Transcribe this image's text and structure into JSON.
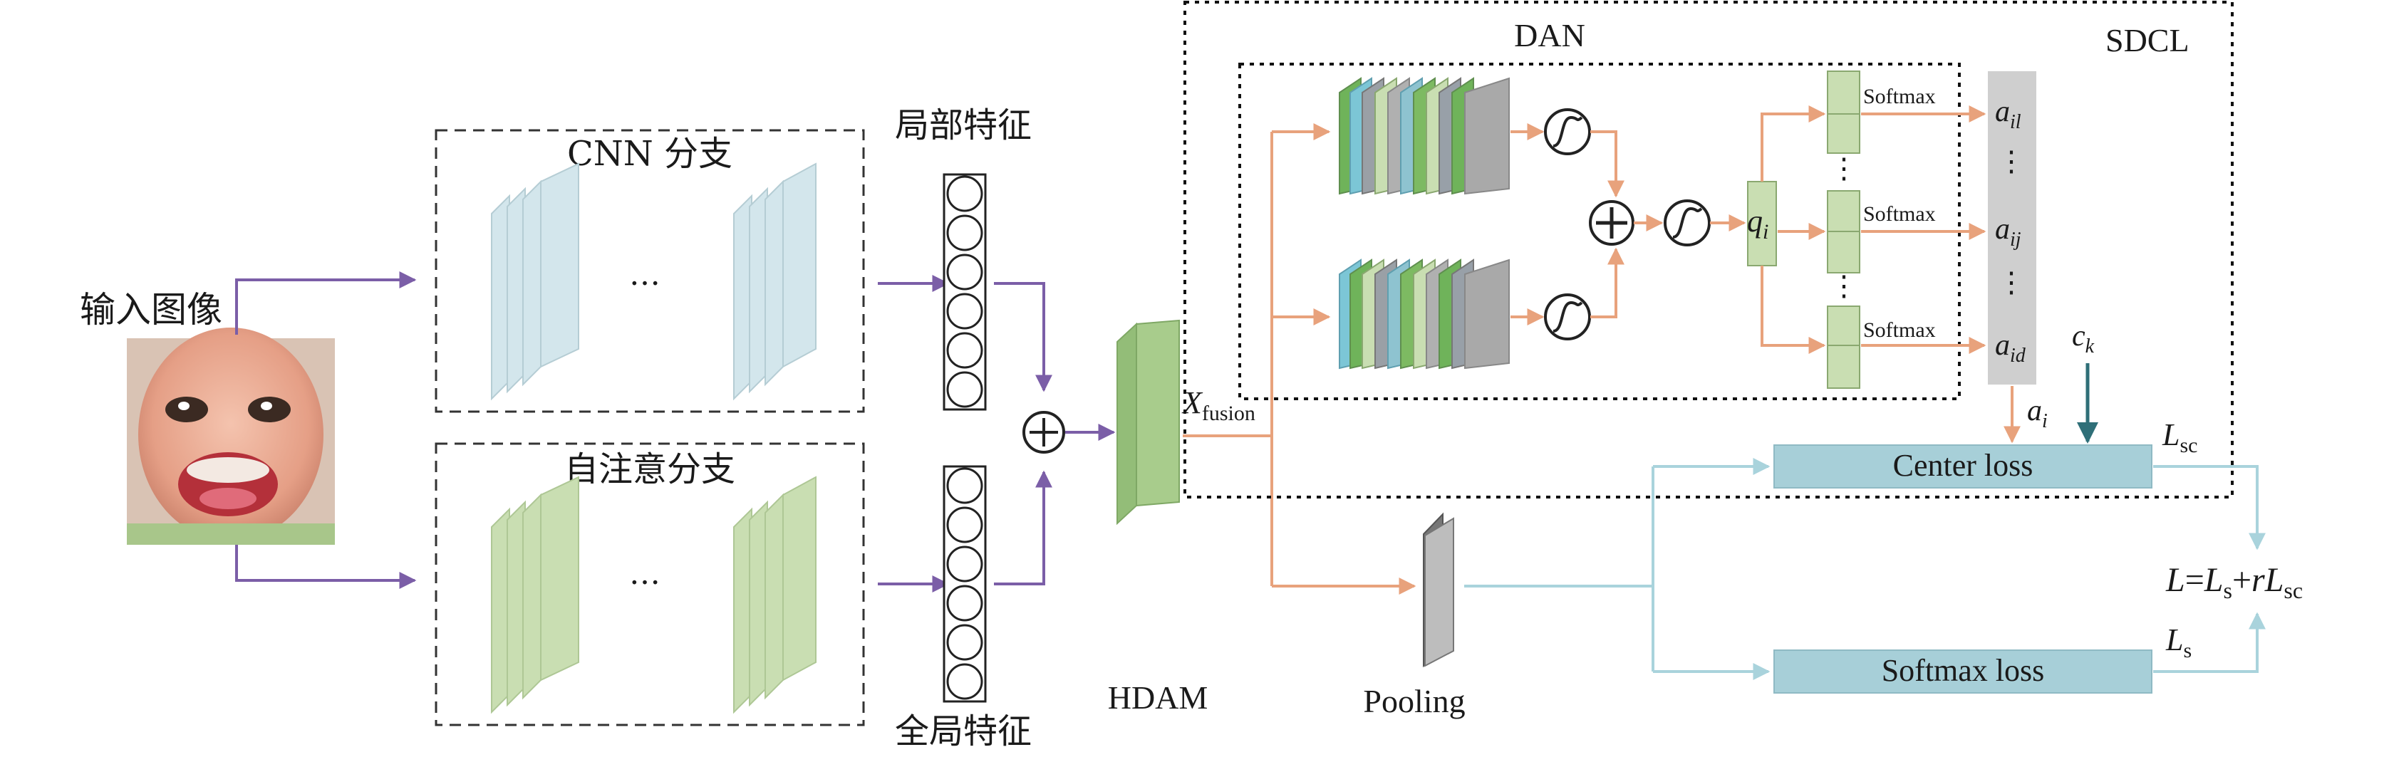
{
  "labels": {
    "input_image": "输入图像",
    "cnn_branch": "CNN 分支",
    "attention_branch": "自注意分支",
    "ellipsis": "…",
    "local_feature": "局部特征",
    "global_feature": "全局特征",
    "hdam": "HDAM",
    "x_fusion_main": "X",
    "x_fusion_sub": "fusion",
    "pooling": "Pooling",
    "dan": "DAN",
    "sdcl": "SDCL",
    "softmax": "Softmax",
    "q_main": "q",
    "q_sub": "i",
    "a_main": "a",
    "a_il_sub": "il",
    "a_ij_sub": "ij",
    "a_id_sub": "id",
    "a_i_sub": "i",
    "c_main": "c",
    "c_sub": "k",
    "center_loss": "Center loss",
    "softmax_loss": "Softmax loss",
    "l_main": "L",
    "l_sc_sub": "sc",
    "l_s_sub": "s",
    "formula_L": "L",
    "formula_eq": "=",
    "formula_plus": "+",
    "formula_r": "r"
  },
  "colors": {
    "purple_arrow": "#7b5ea7",
    "orange_arrow": "#e8a27c",
    "teal_arrow": "#a9d3dc",
    "dark_teal_arrow": "#2f6f78",
    "cnn_plate": "#d3e6ec",
    "attention_plate": "#c9deb2",
    "hdam_block": "#a8cc8c",
    "loss_box": "#a7cfd8",
    "dan_gray_column": "#cfcfcf",
    "softmax_column": "#c9deb2"
  },
  "icons": {
    "plus_circle": "circled-plus-icon",
    "sigmoid": "sigmoid-icon"
  }
}
